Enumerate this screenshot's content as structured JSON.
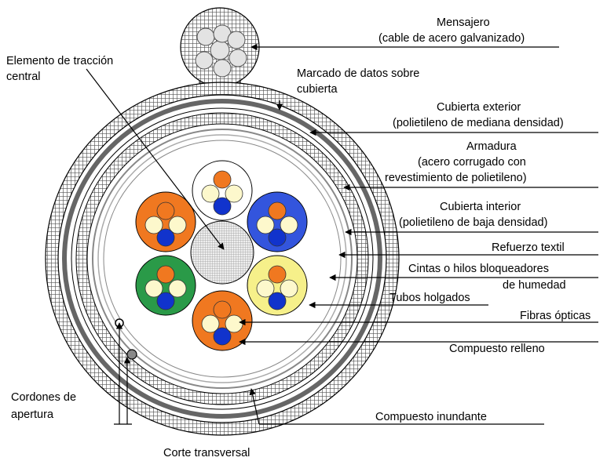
{
  "caption": "Corte transversal",
  "labels": {
    "mensajero": [
      "Mensajero",
      "(cable de acero galvanizado)"
    ],
    "elemento_traccion": [
      "Elemento de tracción",
      "central"
    ],
    "marcado": [
      "Marcado de datos sobre",
      "cubierta"
    ],
    "cubierta_exterior": [
      "Cubierta exterior",
      "(polietileno de mediana densidad)"
    ],
    "armadura": [
      "Armadura",
      "(acero corrugado con",
      "revestimiento de polietileno)"
    ],
    "cubierta_interior": [
      "Cubierta interior",
      "(polietileno de baja densidad)"
    ],
    "refuerzo_textil": [
      "Refuerzo textil"
    ],
    "cintas": [
      "Cintas o hilos bloqueadores",
      "de humedad"
    ],
    "tubos": [
      "Tubos holgados"
    ],
    "fibras": [
      "Fibras ópticas"
    ],
    "compuesto_relleno": [
      "Compuesto relleno"
    ],
    "cordones": [
      "Cordones de",
      "apertura"
    ],
    "compuesto_inundante": [
      "Compuesto inundante"
    ]
  },
  "colors": {
    "tube_orange": "#f07820",
    "tube_blue": "#3355dd",
    "tube_green": "#2a9a48",
    "tube_yellow": "#f6f08a",
    "tube_white": "#ffffff",
    "fiber_orange": "#f07820",
    "fiber_blue": "#1133cc",
    "fiber_cream": "#fdf8cc"
  }
}
